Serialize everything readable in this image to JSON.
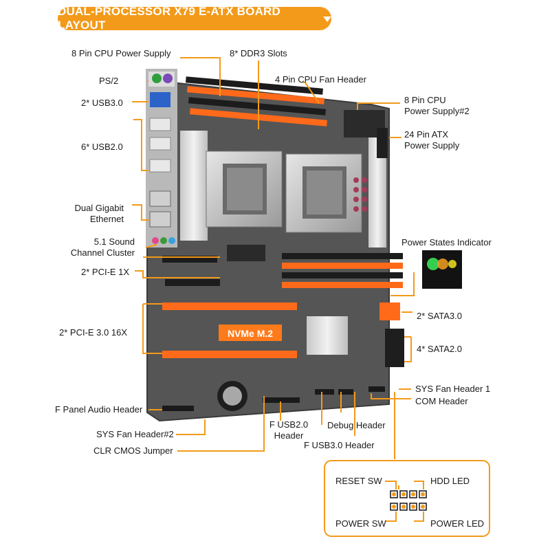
{
  "title": "DUAL-PROCESSOR X79 E-ATX BOARD LAYOUT",
  "labels": {
    "cpu_power_8pin": "8 Pin CPU Power Supply",
    "ddr3_slots": "8* DDR3 Slots",
    "cpu_fan_4pin": "4 Pin CPU Fan Header",
    "cpu_power_8pin_2_line1": "8 Pin CPU",
    "cpu_power_8pin_2_line2": "Power Supply#2",
    "atx_24pin_line1": "24 Pin ATX",
    "atx_24pin_line2": "Power Supply",
    "ps2": "PS/2",
    "usb3": "2* USB3.0",
    "usb2": "6* USB2.0",
    "ethernet_line1": "Dual Gigabit",
    "ethernet_line2": "Ethernet",
    "sound_line1": "5.1 Sound",
    "sound_line2": "Channel Cluster",
    "power_states": "Power States Indicator",
    "pcie_1x": "2* PCI-E 1X",
    "sata3": "2* SATA3.0",
    "pcie_16x": "2* PCI-E 3.0 16X",
    "sata2": "4* SATA2.0",
    "sys_fan_1": "SYS Fan Header 1",
    "com_header": "COM Header",
    "f_audio": "F Panel Audio Header",
    "f_usb2_line1": "F USB2.0",
    "f_usb2_line2": "Header",
    "debug_header": "Debug Header",
    "sys_fan_2": "SYS Fan Header#2",
    "f_usb3": "F USB3.0 Header",
    "clr_cmos": "CLR CMOS Jumper",
    "reset_sw": "RESET SW",
    "hdd_led": "HDD  LED",
    "power_sw": "POWER SW",
    "power_led": "POWER LED"
  },
  "board_text": {
    "nvme": "NVMe M.2"
  },
  "colors": {
    "accent": "#f39a1a",
    "board": "#5a5a5a",
    "dimm_orange": "#ff6a1a",
    "dimm_black": "#1c1c1c",
    "heatsink": "#d8d8d8",
    "text": "#1a1a1a"
  }
}
